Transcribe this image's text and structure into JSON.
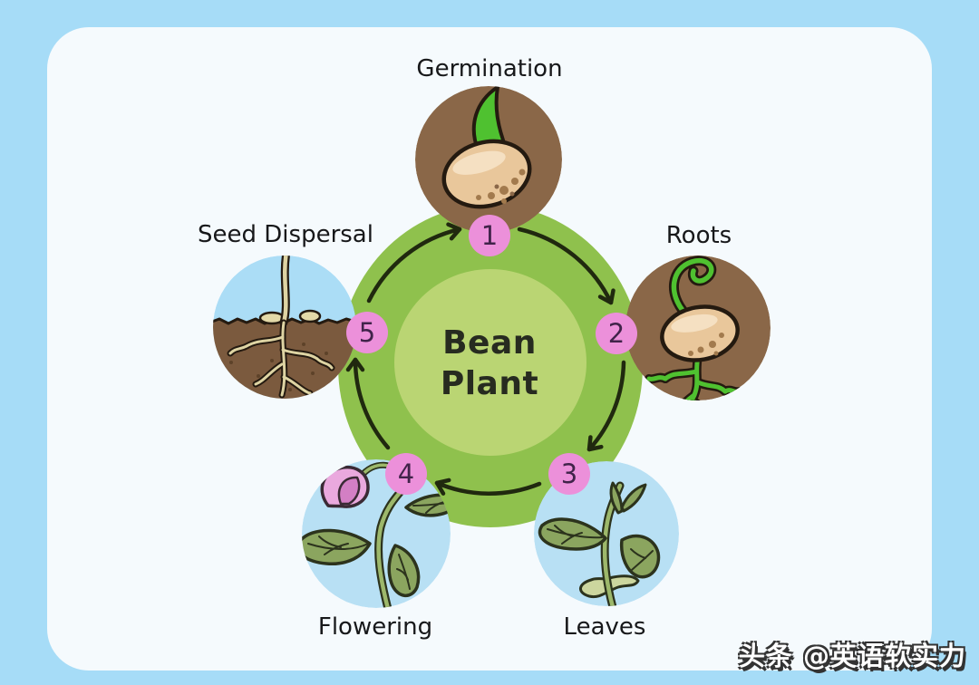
{
  "diagram": {
    "title": "Bean Plant",
    "type": "cycle",
    "direction": "clockwise",
    "stages": [
      {
        "number": "1",
        "label": "Germination",
        "icon": "sprouting-bean-seed-icon",
        "circle_color": "#8a6748"
      },
      {
        "number": "2",
        "label": "Roots",
        "icon": "bean-seed-with-roots-icon",
        "circle_color": "#8a6748"
      },
      {
        "number": "3",
        "label": "Leaves",
        "icon": "seedling-with-leaves-icon",
        "circle_color": "#b8e0f4"
      },
      {
        "number": "4",
        "label": "Flowering",
        "icon": "flowering-plant-icon",
        "circle_color": "#b8e0f4"
      },
      {
        "number": "5",
        "label": "Seed Dispersal",
        "icon": "roots-in-soil-icon",
        "circle_color": "#b8e0f4"
      }
    ]
  },
  "watermark": "头条 @英语软实力",
  "colors": {
    "frame_background": "#a6dcf7",
    "panel_background": "#f5fafd",
    "cycle_ring_green": "#8fc14d",
    "cycle_center_green": "#bad573",
    "stage_circle_brown": "#8a6748",
    "stage_circle_blue": "#b8e0f4",
    "badge_pink": "#ec90da",
    "arrow_dark": "#20290f",
    "label_text": "#17181a",
    "seed_tan": "#e9c79b",
    "sprout_green": "#4fc130",
    "leaf_green": "#8ba55f",
    "flower_pink": "#eaa9de",
    "soil_brown": "#7b5a3e",
    "sky_blue": "#abddf6"
  }
}
